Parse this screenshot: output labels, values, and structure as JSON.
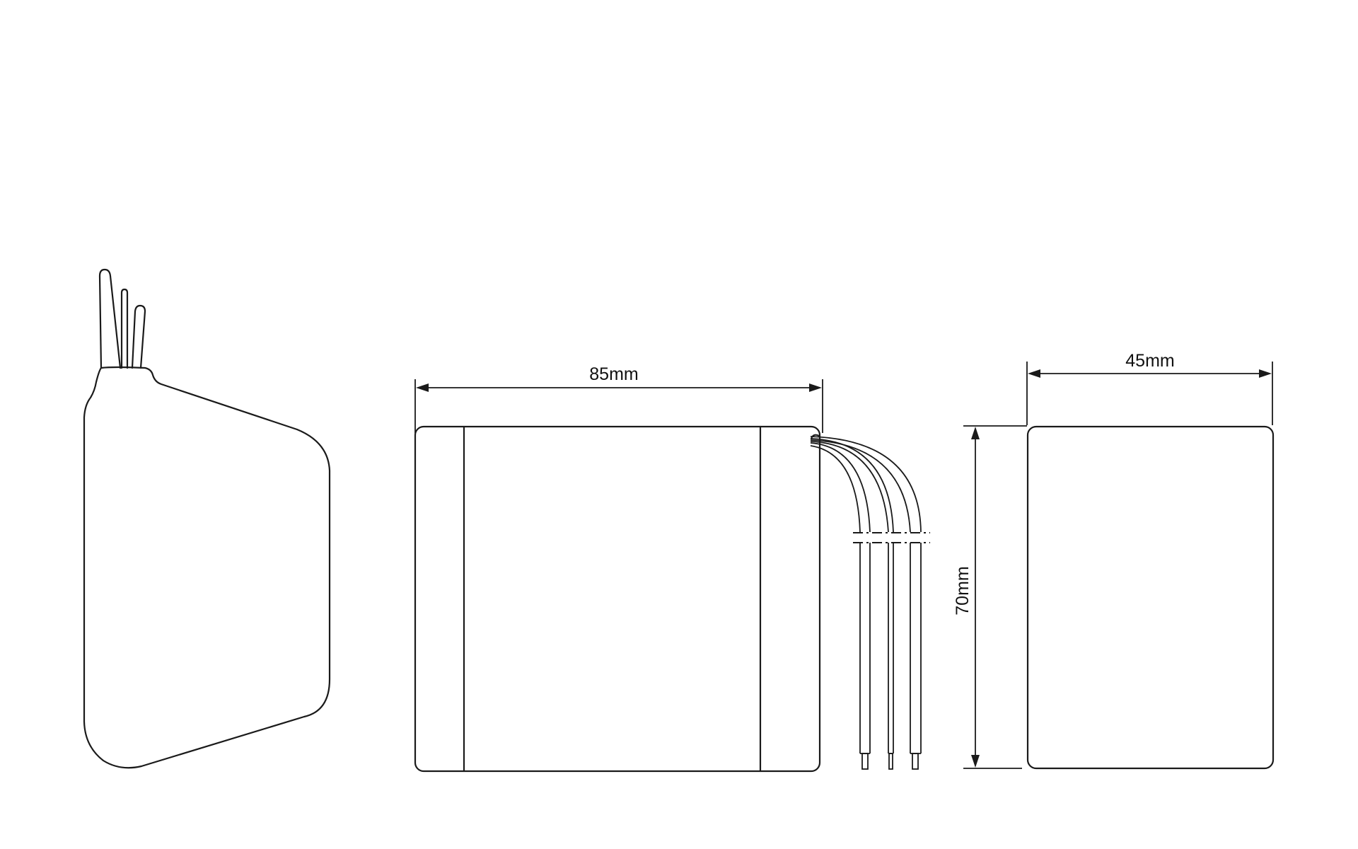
{
  "diagram": {
    "type": "technical-drawing",
    "subject": "battery pack dimension drawing",
    "views": [
      {
        "id": "side-view",
        "description": "side profile with three lead wires"
      },
      {
        "id": "front-view",
        "description": "front view with wire bundle exiting right"
      },
      {
        "id": "end-view",
        "description": "end view rectangle"
      }
    ],
    "dimensions": {
      "width_label": "85mm",
      "depth_label": "45mm",
      "height_label": "70mm"
    },
    "colors": {
      "line": "#1a1a1a",
      "background": "#ffffff"
    }
  }
}
